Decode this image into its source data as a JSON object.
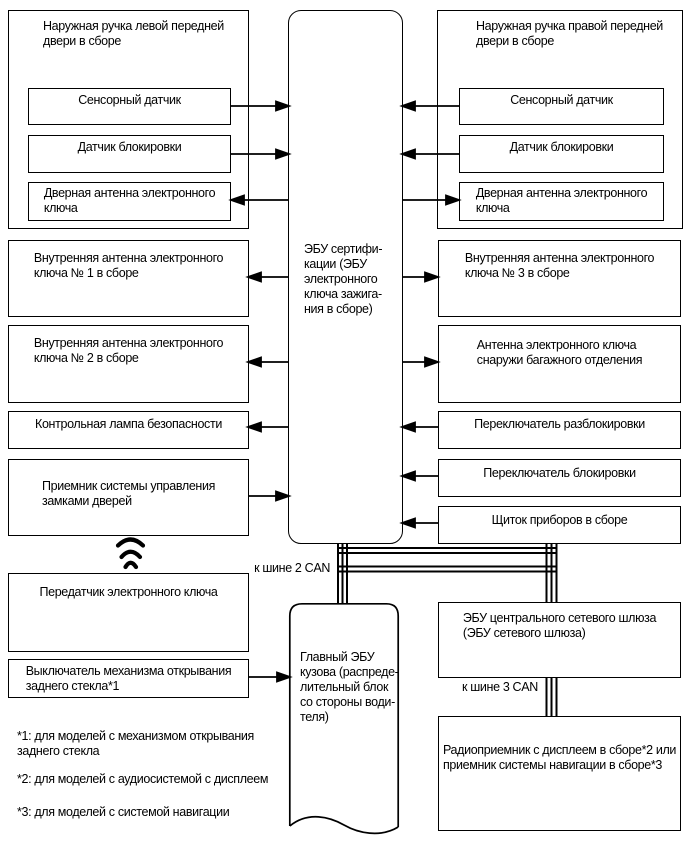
{
  "diagram": {
    "type": "system-block-diagram",
    "colors": {
      "line": "#000000",
      "background": "#ffffff"
    },
    "blocks": {
      "outer_left_title": "Наружная ручка левой передней\nдвери в сборе",
      "sensor_left": "Сенсорный датчик",
      "lock_sensor_left": "Датчик блокировки",
      "door_antenna_left": "Дверная антенна электронного\nключа",
      "inner_antenna_1": "Внутренняя антенна электронного\nключа № 1 в сборе",
      "inner_antenna_2": "Внутренняя антенна электронного\nключа № 2 в сборе",
      "security_lamp": "Контрольная лампа безопасности",
      "door_lock_receiver": "Приемник системы управления\nзамками дверей",
      "key_transmitter": "Передатчик электронного ключа",
      "rear_window_switch": "Выключатель механизма открывания\nзаднего стекла*1",
      "cert_ecu": "ЭБУ сертифи-\nкации (ЭБУ\nэлектронного\nключа зажига-\nния в сборе)",
      "main_body_ecu": "Главный ЭБУ\nкузова (распреде-\nлительный блок\nсо стороны води-\nтеля)",
      "outer_right_title": "Наружная ручка правой передней\nдвери в сборе",
      "sensor_right": "Сенсорный датчик",
      "lock_sensor_right": "Датчик блокировки",
      "door_antenna_right": "Дверная антенна электронного\nключа",
      "inner_antenna_3": "Внутренняя антенна электронного\nключа № 3 в сборе",
      "trunk_antenna": "Антенна электронного ключа\nснаружи багажного отделения",
      "unlock_switch": "Переключатель разблокировки",
      "lock_switch": "Переключатель блокировки",
      "instrument_cluster": "Щиток приборов в сборе",
      "gateway_ecu": "ЭБУ центрального сетевого шлюза\n(ЭБУ сетевого шлюза)",
      "radio_or_nav": "Радиоприемник с дисплеем в сборе*2 или\nприемник системы навигации в сборе*3"
    },
    "bus_labels": {
      "can2": "к шине 2 CAN",
      "can3": "к шине 3 CAN"
    },
    "footnotes": {
      "f1": "*1: для моделей с механизмом открывания\nзаднего стекла",
      "f2": "*2: для моделей с аудиосистемой с дисплеем",
      "f3": "*3: для моделей с системой навигации"
    }
  }
}
